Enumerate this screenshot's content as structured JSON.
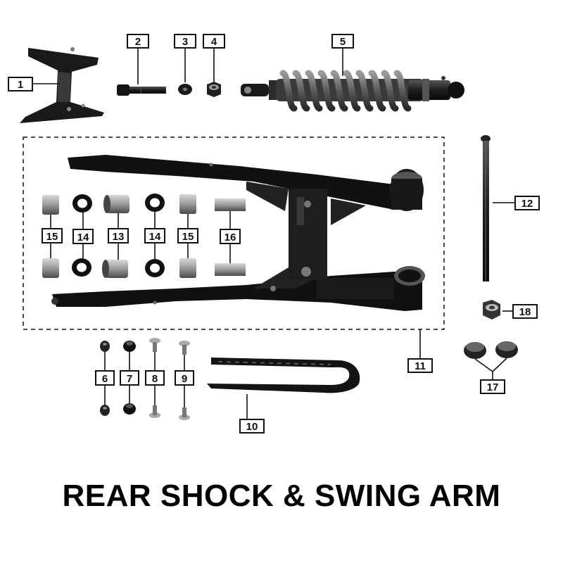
{
  "title": "REAR SHOCK & SWING ARM",
  "callouts": {
    "c1": "1",
    "c2": "2",
    "c3": "3",
    "c4": "4",
    "c5": "5",
    "c6": "6",
    "c7": "7",
    "c8": "8",
    "c9": "9",
    "c10": "10",
    "c11": "11",
    "c12": "12",
    "c13": "13",
    "c14a": "14",
    "c14b": "14",
    "c15a": "15",
    "c15b": "15",
    "c16": "16",
    "c17": "17",
    "c18": "18"
  }
}
